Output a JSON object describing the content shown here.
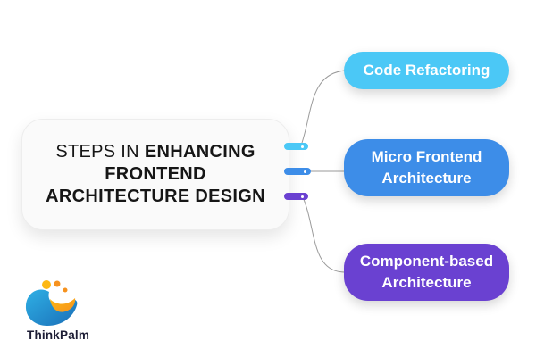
{
  "card": {
    "title": {
      "line1_regular": "STEPS IN",
      "line1_bold": "ENHANCING",
      "line2_bold": "FRONTEND",
      "line3_bold": "ARCHITECTURE DESIGN"
    },
    "bg": "#fafafa",
    "text_color": "#161616"
  },
  "nodes": [
    {
      "label": "Code Refactoring",
      "color": "#4bc8f6",
      "text_color": "#ffffff"
    },
    {
      "label": "Micro Frontend Architecture",
      "color": "#3d8de8",
      "text_color": "#ffffff"
    },
    {
      "label": "Component-based Architecture",
      "color": "#6a41d1",
      "text_color": "#ffffff"
    }
  ],
  "connectors": {
    "line_color": "#9a9a9a"
  },
  "brand": {
    "name": "ThinkPalm",
    "text_color": "#1d1d35",
    "logo": {
      "blue_light": "#2fb0e5",
      "blue_dark": "#1a6fb8",
      "yellow": "#fdb813",
      "orange": "#f6921e"
    }
  }
}
